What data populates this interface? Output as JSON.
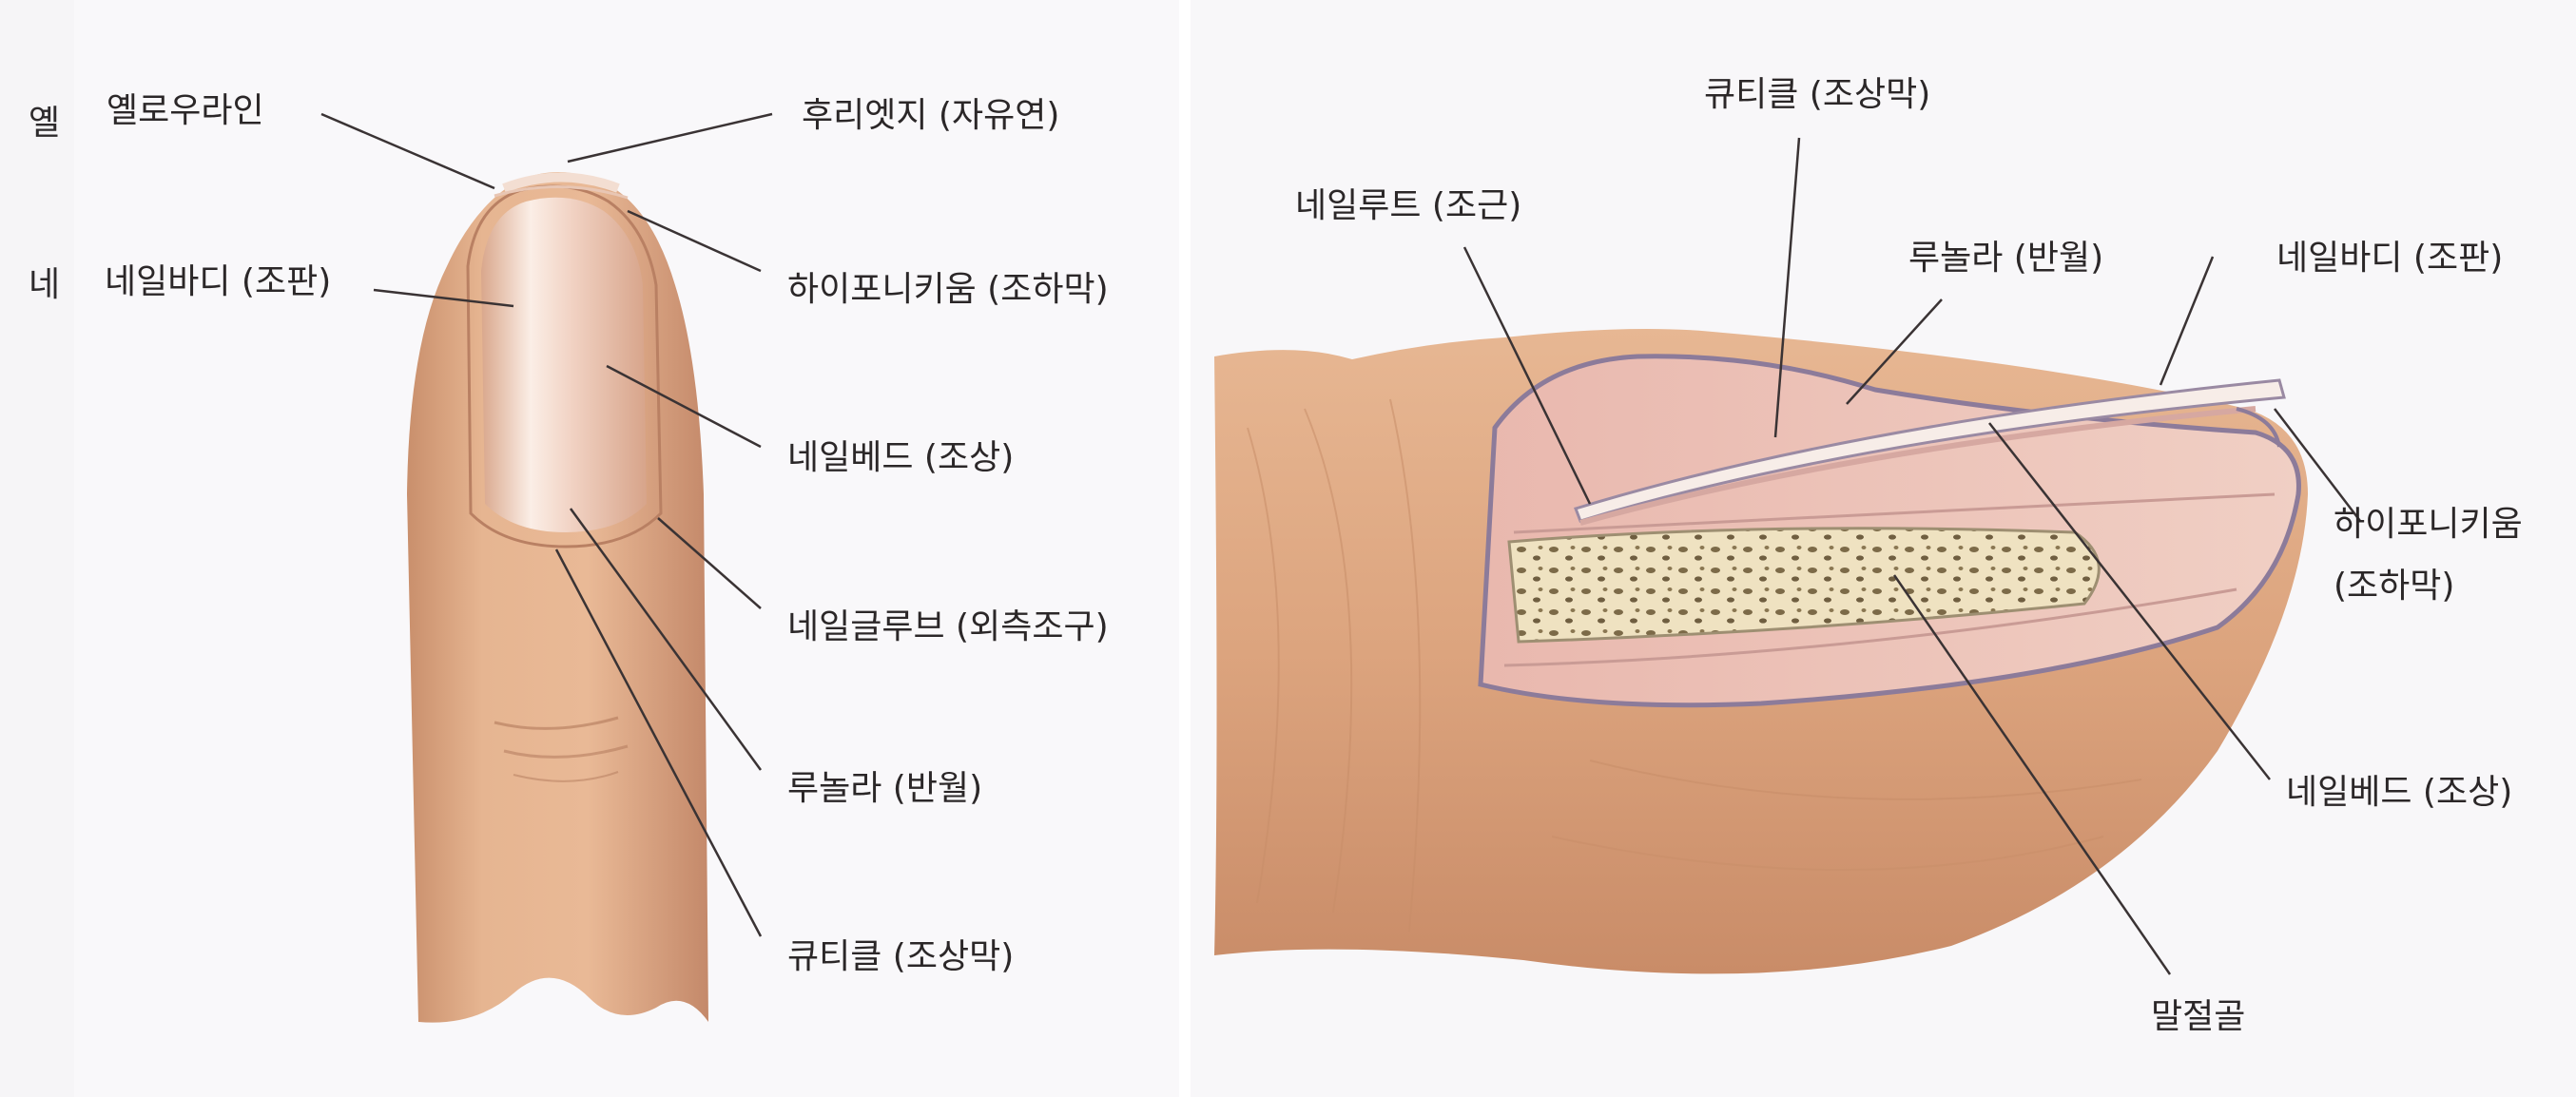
{
  "left_diagram": {
    "cropped_labels": [
      "옐",
      "네"
    ],
    "labels": {
      "yellow_line": "옐로우라인",
      "free_edge": "후리엣지 (자유연)",
      "nail_body": "네일바디 (조판)",
      "hyponychium": "하이포니키움 (조하막)",
      "nail_bed": "네일베드 (조상)",
      "nail_groove": "네일글루브 (외측조구)",
      "lunula": "루놀라 (반월)",
      "cuticle": "큐티클 (조상막)"
    }
  },
  "right_diagram": {
    "labels": {
      "cuticle": "큐티클 (조상막)",
      "nail_root": "네일루트 (조근)",
      "lunula": "루놀라 (반월)",
      "nail_body": "네일바디 (조판)",
      "hyponychium_line1": "하이포니키움",
      "hyponychium_line2": "(조하막)",
      "nail_bed": "네일베드 (조상)",
      "distal_phalanx": "말절골"
    }
  },
  "colors": {
    "skin": "#e2ad86",
    "skin_shadow": "#c98f6c",
    "nail_pink": "#ecc7b8",
    "bone": "#efe1bd",
    "leader_line": "#3a3334"
  }
}
